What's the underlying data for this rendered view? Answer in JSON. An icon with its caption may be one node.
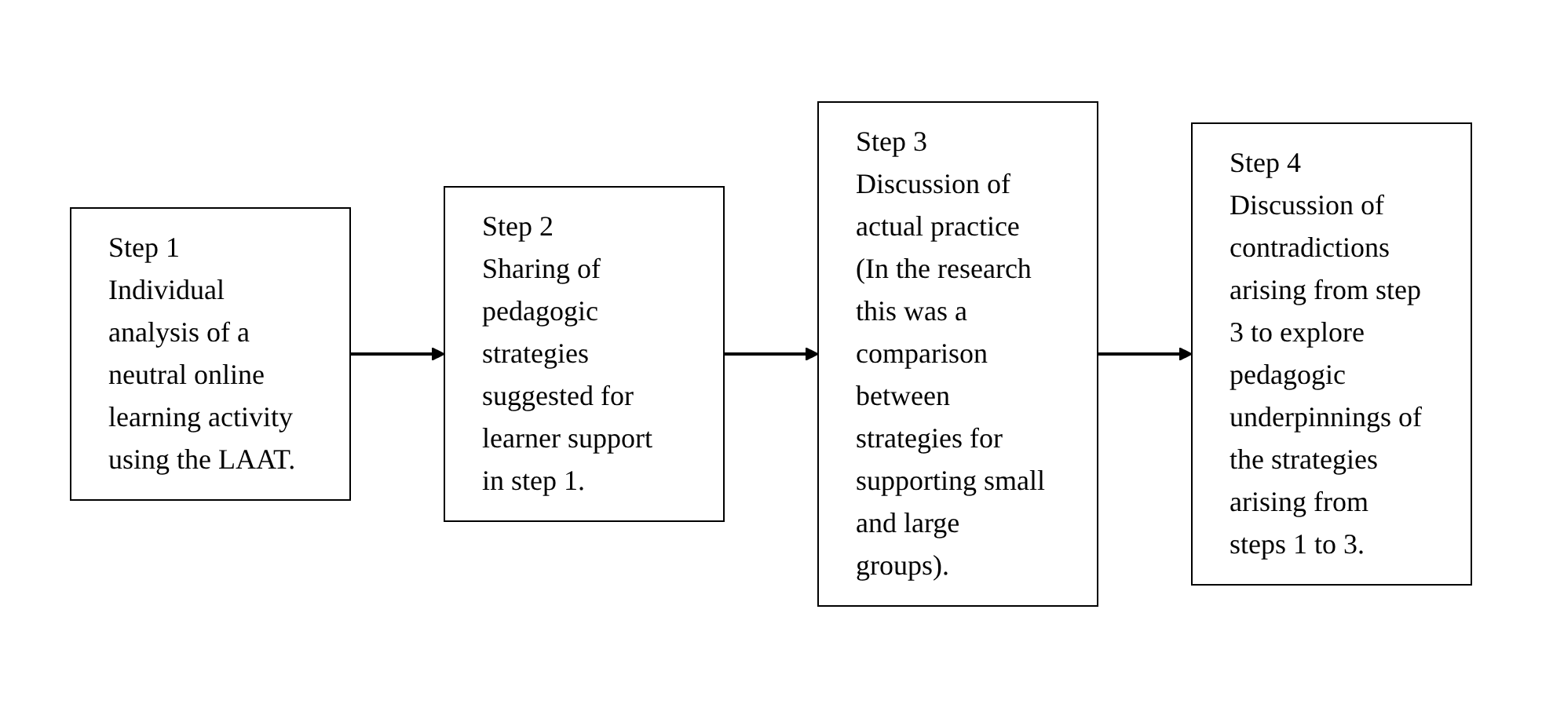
{
  "diagram": {
    "nodes": [
      {
        "text": [
          "Step 1",
          "Individual analysis of a neutral online learning activity using the LAAT."
        ]
      },
      {
        "text": [
          "Step 2",
          "Sharing of pedagogic strategies suggested for learner support in step 1."
        ]
      },
      {
        "text": [
          "Step 3",
          "Discussion of actual practice (In the research this was a comparison between strategies for supporting small and large groups)."
        ]
      },
      {
        "text": [
          "Step 4",
          "Discussion of contradictions arising from step 3 to explore pedagogic underpinnings of the strategies arising from steps 1 to 3."
        ]
      }
    ],
    "edges": [
      {
        "from": 0,
        "to": 1,
        "arrow": "to"
      },
      {
        "from": 1,
        "to": 2,
        "arrow": "to"
      },
      {
        "from": 2,
        "to": 3,
        "arrow": "to"
      }
    ]
  }
}
